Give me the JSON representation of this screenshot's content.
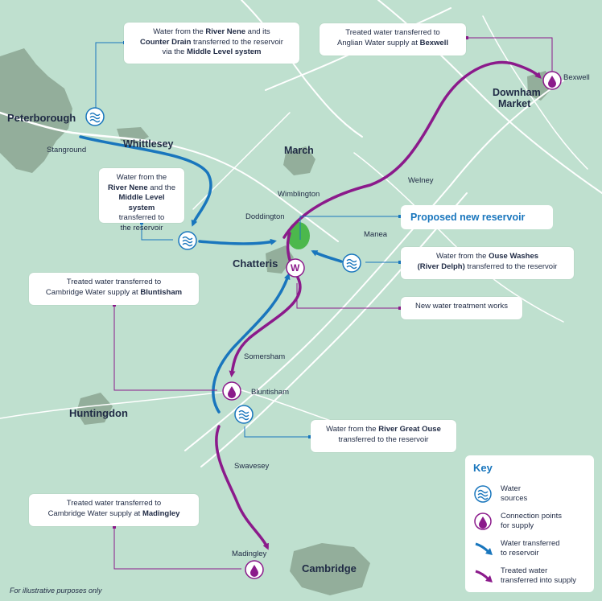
{
  "towns": {
    "peterborough": "Peterborough",
    "stanground": "Stanground",
    "whittlesey": "Whittlesey",
    "march": "March",
    "wimblington": "Wimblington",
    "doddington": "Doddington",
    "chatteris": "Chatteris",
    "manea": "Manea",
    "welney": "Welney",
    "downham_market_1": "Downham",
    "downham_market_2": "Market",
    "bexwell": "Bexwell",
    "somersham": "Somersham",
    "bluntisham": "Bluntisham",
    "huntingdon": "Huntingdon",
    "swavesey": "Swavesey",
    "madingley": "Madingley",
    "cambridge": "Cambridge"
  },
  "callouts": {
    "nene_counter": {
      "l1a": "Water from the ",
      "l1b": "River Nene",
      "l1c": " and its",
      "l2a": "Counter Drain",
      "l2b": " transferred to the reservoir",
      "l3a": "via the ",
      "l3b": "Middle Level system"
    },
    "bexwell": {
      "l1": "Treated water transferred to",
      "l2a": "Anglian Water supply at ",
      "l2b": "Bexwell"
    },
    "nene_middle": {
      "l1": "Water from the",
      "l2a": "River Nene",
      "l2b": " and the",
      "l3": "Middle Level system",
      "l4": "transferred to",
      "l5": "the reservoir"
    },
    "ouse_washes": {
      "l1a": "Water from the ",
      "l1b": "Ouse Washes",
      "l2": "(River Delph)",
      "l2b": " transferred to the reservoir"
    },
    "treatment": "New water treatment works",
    "bluntisham": {
      "l1": "Treated water transferred to",
      "l2a": "Cambridge Water supply at ",
      "l2b": "Bluntisham"
    },
    "great_ouse": {
      "l1a": "Water from the ",
      "l1b": "River Great Ouse",
      "l2": "transferred to the reservoir"
    },
    "madingley": {
      "l1": "Treated water transferred to",
      "l2a": "Cambridge Water supply at ",
      "l2b": "Madingley"
    }
  },
  "headline": "Proposed new reservoir",
  "treatment_symbol": "W",
  "key": {
    "title": "Key",
    "items": [
      {
        "icon": "water-source-icon",
        "l1": "Water",
        "l2": "sources"
      },
      {
        "icon": "connection-point-icon",
        "l1": "Connection points",
        "l2": "for supply"
      },
      {
        "icon": "blue-arrow-icon",
        "l1": "Water transferred",
        "l2": "to reservoir"
      },
      {
        "icon": "purple-arrow-icon",
        "l1": "Treated water",
        "l2": "transferred into supply"
      }
    ]
  },
  "footnote": "For illustrative purposes only",
  "colors": {
    "background": "#bfe0cf",
    "river": "#ffffff",
    "water_transfer": "#1976bd",
    "supply_transfer": "#8b1a8b",
    "urban": "#93ae9b",
    "reservoir": "#4cb84c",
    "text": "#1f2a44"
  }
}
